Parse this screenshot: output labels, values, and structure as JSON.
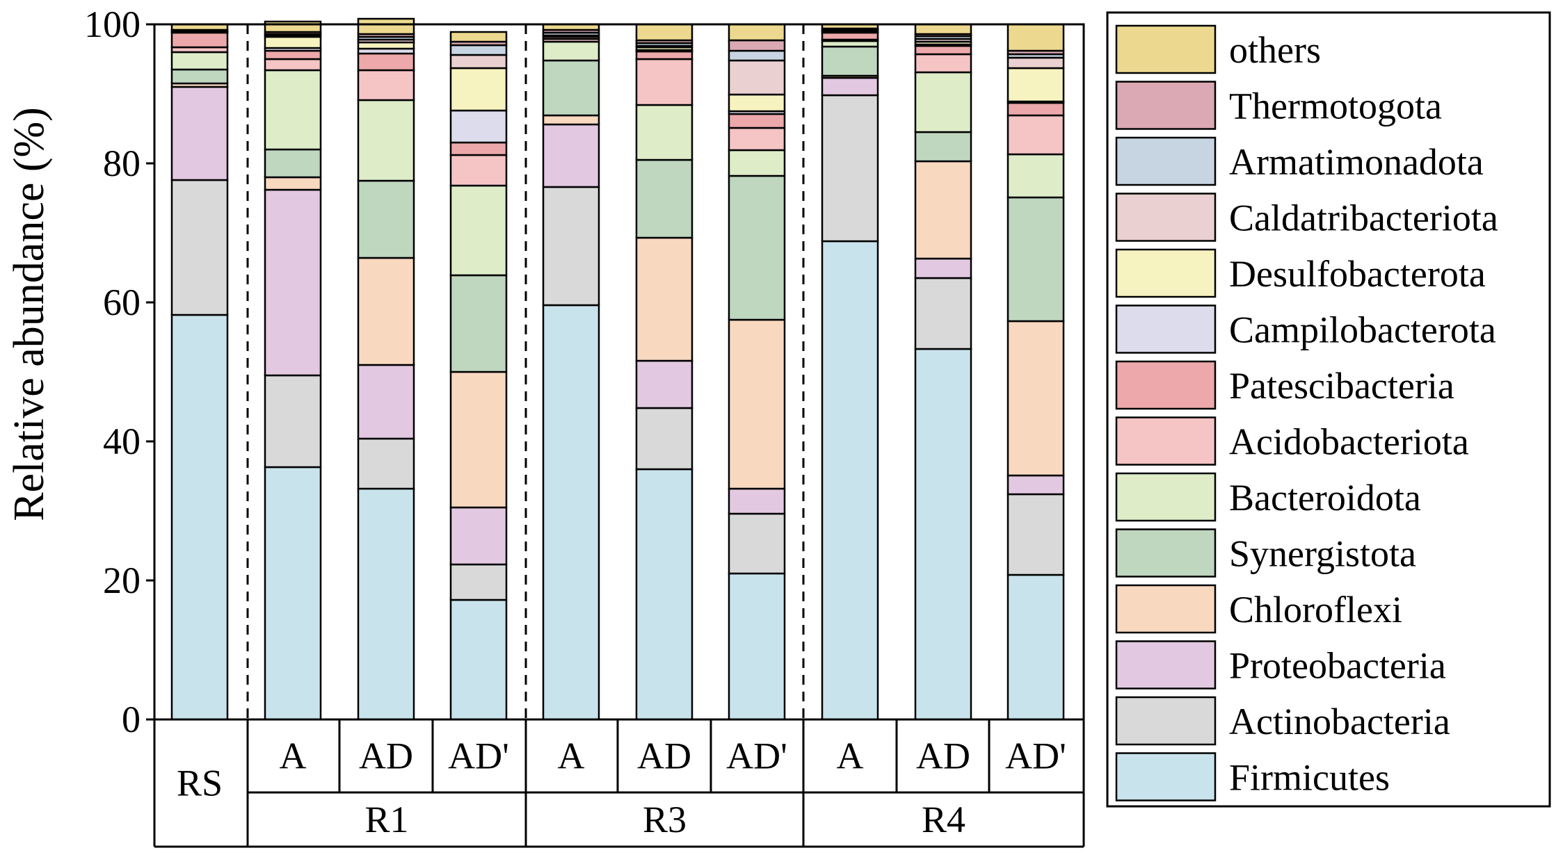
{
  "chart_data": {
    "type": "bar",
    "stacked": true,
    "ylabel": "Relative abundance (%)",
    "ylim": [
      0,
      100
    ],
    "yticks": [
      0,
      20,
      40,
      60,
      80,
      100
    ],
    "legend_position": "right",
    "samples": [
      {
        "label": "RS",
        "group": ""
      },
      {
        "label": "A",
        "group": "R1"
      },
      {
        "label": "AD",
        "group": "R1"
      },
      {
        "label": "AD'",
        "group": "R1"
      },
      {
        "label": "A",
        "group": "R3"
      },
      {
        "label": "AD",
        "group": "R3"
      },
      {
        "label": "AD'",
        "group": "R3"
      },
      {
        "label": "A",
        "group": "R4"
      },
      {
        "label": "AD",
        "group": "R4"
      },
      {
        "label": "AD'",
        "group": "R4"
      }
    ],
    "groups": [
      "R1",
      "R3",
      "R4"
    ],
    "series": [
      {
        "name": "Firmicutes",
        "color": "#c9e3ec",
        "values": [
          58.2,
          36.3,
          33.2,
          17.2,
          59.6,
          36.0,
          21.0,
          68.8,
          53.3,
          20.8
        ]
      },
      {
        "name": "Actinobacteria",
        "color": "#d9d9d9",
        "values": [
          19.4,
          13.2,
          7.2,
          5.1,
          17.0,
          8.8,
          8.6,
          21.0,
          10.2,
          11.6
        ]
      },
      {
        "name": "Proteobacteria",
        "color": "#e2c8e1",
        "values": [
          13.4,
          26.7,
          10.6,
          8.2,
          9.0,
          6.8,
          3.6,
          2.5,
          2.8,
          2.7
        ]
      },
      {
        "name": "Chloroflexi",
        "color": "#f8d8bf",
        "values": [
          0.5,
          1.8,
          15.4,
          19.5,
          1.3,
          17.7,
          24.3,
          0.3,
          14.0,
          22.2
        ]
      },
      {
        "name": "Synergistota",
        "color": "#bfd6bf",
        "values": [
          2.0,
          4.0,
          11.1,
          13.9,
          7.9,
          11.2,
          20.7,
          4.2,
          4.2,
          17.8
        ]
      },
      {
        "name": "Bacteroidota",
        "color": "#deedc8",
        "values": [
          2.5,
          11.4,
          11.6,
          12.9,
          2.7,
          7.9,
          3.7,
          0.8,
          8.6,
          6.2
        ]
      },
      {
        "name": "Acidobacteriota",
        "color": "#f5c4c4",
        "values": [
          0.7,
          1.6,
          4.3,
          4.4,
          0.4,
          6.6,
          3.2,
          0.2,
          2.6,
          5.6
        ]
      },
      {
        "name": "Patescibacteria",
        "color": "#eca8aa",
        "values": [
          2.1,
          1.2,
          2.4,
          1.8,
          0.3,
          1.1,
          2.0,
          1.0,
          1.2,
          1.8
        ]
      },
      {
        "name": "Campilobacterota",
        "color": "#dcdcec",
        "values": [
          0.0,
          0.4,
          0.7,
          4.6,
          0.0,
          0.2,
          0.4,
          0.1,
          0.2,
          0.2
        ]
      },
      {
        "name": "Desulfobacterota",
        "color": "#f7f3c0",
        "values": [
          0.1,
          1.6,
          0.9,
          6.1,
          0.2,
          0.4,
          2.4,
          0.2,
          0.4,
          4.8
        ]
      },
      {
        "name": "Caldatribacteriota",
        "color": "#ead0d0",
        "values": [
          0.0,
          0.2,
          0.4,
          1.9,
          0.0,
          0.2,
          4.9,
          0.0,
          0.4,
          1.5
        ]
      },
      {
        "name": "Armatimonadota",
        "color": "#c7d5e2",
        "values": [
          0.1,
          0.2,
          0.4,
          1.4,
          0.4,
          0.4,
          1.4,
          0.1,
          0.4,
          0.5
        ]
      },
      {
        "name": "Thermotogota",
        "color": "#dba9b3",
        "values": [
          0.2,
          0.3,
          0.4,
          0.5,
          0.4,
          0.4,
          1.5,
          0.2,
          0.3,
          0.5
        ]
      },
      {
        "name": "others",
        "color": "#ecd98f",
        "values": [
          0.8,
          1.5,
          2.2,
          1.4,
          0.8,
          2.3,
          2.3,
          0.6,
          1.4,
          3.8
        ]
      }
    ]
  }
}
